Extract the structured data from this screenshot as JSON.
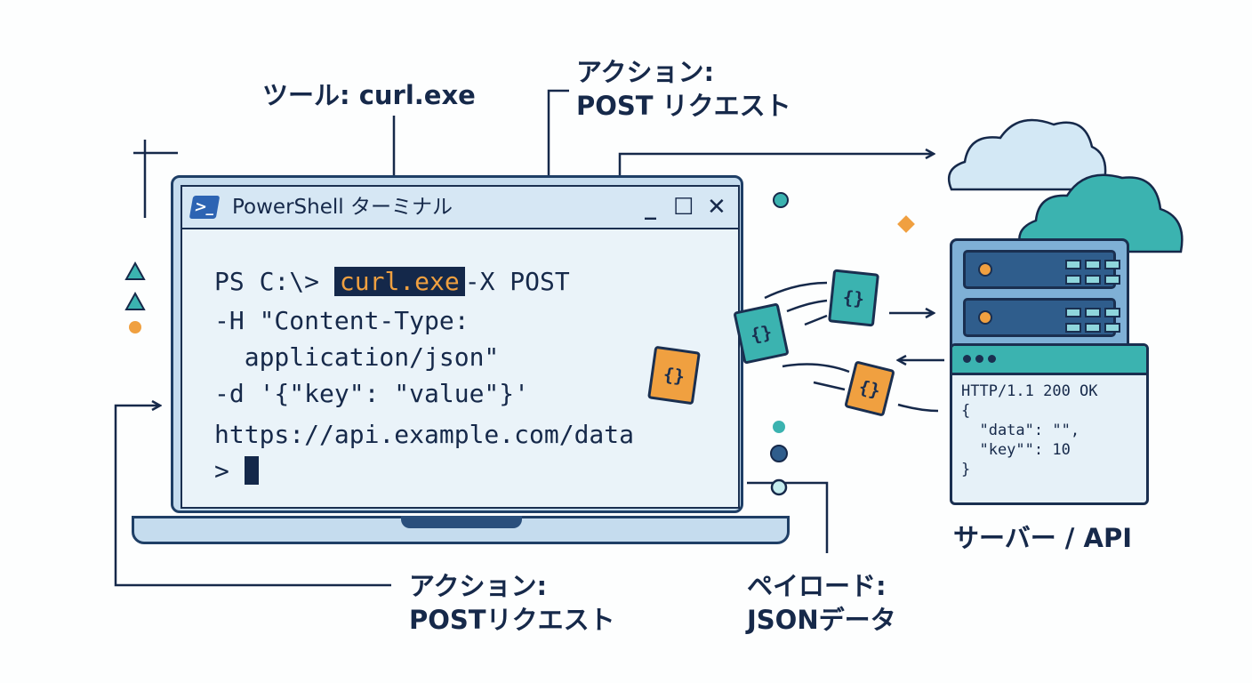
{
  "labels": {
    "tool": "ツール: curl.exe",
    "action_top_1": "アクション:",
    "action_top_2": "POST リクエスト",
    "action_bottom_1": "アクション:",
    "action_bottom_2": "POSTリクエスト",
    "payload_1": "ペイロード:",
    "payload_2": "JSONデータ",
    "server": "サーバー / API"
  },
  "terminal": {
    "title": "PowerShell ターミナル",
    "icon": "powershell-icon",
    "prompt": "PS C:\\>",
    "command": "curl.exe",
    "method": "-X POST",
    "lines": [
      "-H \"Content-Type:",
      "  application/json\"",
      "-d '{\"key\": \"value\"}'",
      "https://api.example.com/data"
    ],
    "next_prompt": ">",
    "window_buttons": [
      "_",
      "☐",
      "✕"
    ]
  },
  "response": {
    "lines": [
      "HTTP/1.1 200 OK",
      "{",
      "  \"data\": \"\",",
      "  \"key\"\": 10",
      "}"
    ]
  },
  "doc_glyph": "{}",
  "colors": {
    "navy": "#16294a",
    "teal": "#3bb3b0",
    "orange": "#f0a040",
    "light_blue": "#c5dcee"
  }
}
